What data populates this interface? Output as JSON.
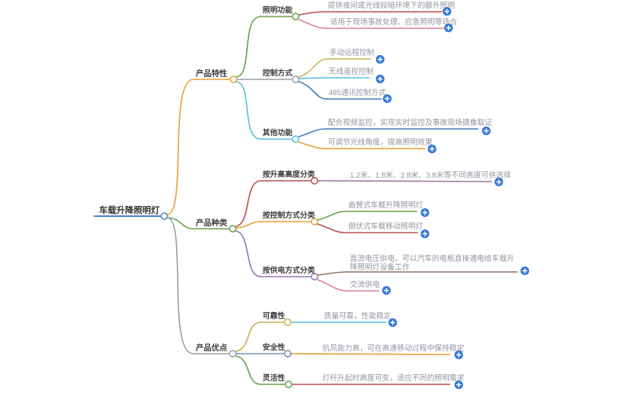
{
  "palette": {
    "root_blue": "#4e86c6",
    "orange": "#e6a23c",
    "green": "#67a34a",
    "gray": "#9aa0a6",
    "cyan": "#5bc0de",
    "brick_red": "#b85450",
    "pink": "#de7fa8",
    "gold": "#cdb254",
    "mid_blue": "#4a7ebb",
    "purple": "#9878b8",
    "mauve": "#a178a8",
    "brown": "#8f7365",
    "steel_blue": "#7296bb",
    "link_icon_blue": "#3478d8"
  },
  "icons": {
    "node_link": "+"
  },
  "mindmap": {
    "root": {
      "label": "车载升降照明灯",
      "color": "#4e86c6"
    },
    "branches": [
      {
        "label": "产品特性",
        "color": "#e6a23c",
        "children": [
          {
            "label": "照明功能",
            "color": "#67a34a",
            "leaves": [
              {
                "label": "提供夜间或光线较暗环境下的额外照明",
                "color": "#b85450"
              },
              {
                "label": "适用于现场事故处理、应急照明等场合",
                "color": "#de7fa8"
              }
            ]
          },
          {
            "label": "控制方式",
            "color": "#9aa0a6",
            "leaves": [
              {
                "label": "手动远程控制",
                "color": "#cdb254"
              },
              {
                "label": "无线遥控控制",
                "color": "#5bc0de"
              },
              {
                "label": "485通讯控制方式",
                "color": "#4a7ebb"
              }
            ]
          },
          {
            "label": "其他功能",
            "color": "#5bc0de",
            "leaves": [
              {
                "label": "配合视频监控，实现实时监控及事故现场摄像取证",
                "color": "#4a7ebb"
              },
              {
                "label": "可调节光线角度，提高照明效果",
                "color": "#e6a23c"
              }
            ]
          }
        ]
      },
      {
        "label": "产品种类",
        "color": "#67a34a",
        "children": [
          {
            "label": "按升高高度分类",
            "color": "#b85450",
            "leaves": [
              {
                "label": "1.2米、1.8米、2.8米、3.8米等不同高度可供选择",
                "color": "#a178a8"
              }
            ]
          },
          {
            "label": "按控制方式分类",
            "color": "#e6a23c",
            "leaves": [
              {
                "label": "曲臂式车载升降照明灯",
                "color": "#67a34a"
              },
              {
                "label": "倒伏式车载移动照明灯",
                "color": "#b85450"
              }
            ]
          },
          {
            "label": "按供电方式分类",
            "color": "#9878b8",
            "leaves": [
              {
                "label": "直流电压供电，可以汽车的电瓶直接通电给车载升降照明灯设备工作",
                "color": "#8f7365"
              },
              {
                "label": "交流供电",
                "color": "#de7fa8"
              }
            ]
          }
        ]
      },
      {
        "label": "产品优点",
        "color": "#9aa0a6",
        "children": [
          {
            "label": "可靠性",
            "color": "#cdb254",
            "leaves": [
              {
                "label": "质量可靠，性能稳定",
                "color": "#5bc0de"
              }
            ]
          },
          {
            "label": "安全性",
            "color": "#7296bb",
            "leaves": [
              {
                "label": "抗风能力高，可在高速移动过程中保持稳定",
                "color": "#e6a23c"
              }
            ]
          },
          {
            "label": "灵活性",
            "color": "#67a34a",
            "leaves": [
              {
                "label": "灯杆升起时高度可变，适应不同的照明需求",
                "color": "#b85450"
              }
            ]
          }
        ]
      }
    ]
  }
}
